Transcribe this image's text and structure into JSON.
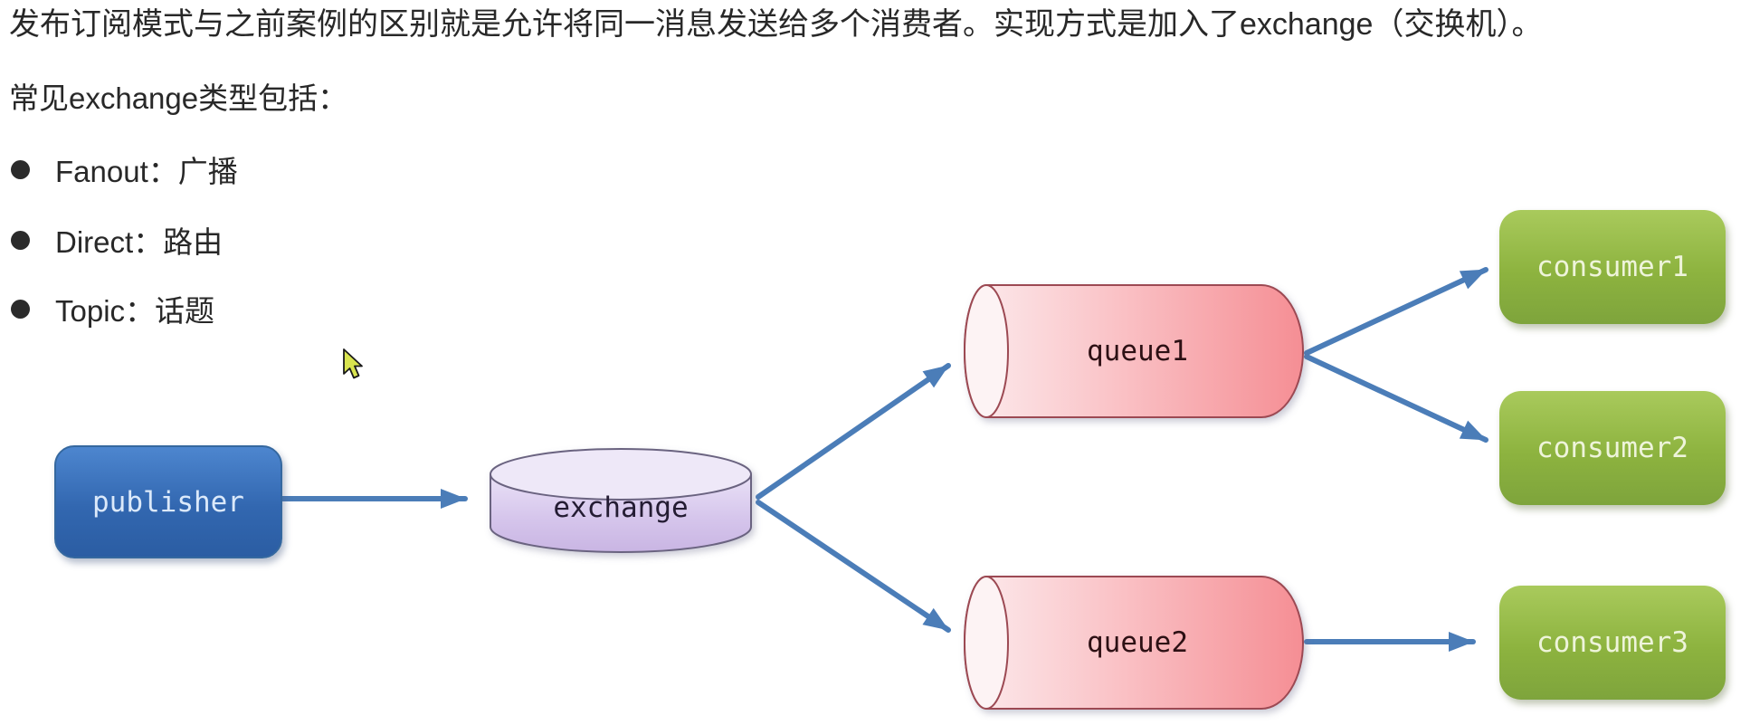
{
  "page": {
    "background_color": "#ffffff",
    "intro_line": "发布订阅模式与之前案例的区别就是允许将同一消息发送给多个消费者。实现方式是加入了exchange（交换机）。",
    "subheading": "常见exchange类型包括：",
    "bullets": [
      {
        "label": "Fanout：广播"
      },
      {
        "label": "Direct：路由"
      },
      {
        "label": "Topic：话题"
      }
    ]
  },
  "diagram": {
    "nodes": {
      "publisher": {
        "label": "publisher",
        "type": "producer",
        "shape": "rounded-rect",
        "color": "#3a74c0"
      },
      "exchange": {
        "label": "exchange",
        "type": "exchange",
        "shape": "cylinder-vertical",
        "color": "#d6c6eb"
      },
      "queue1": {
        "label": "queue1",
        "type": "queue",
        "shape": "cylinder-horizontal",
        "color": "#f8a9ae"
      },
      "queue2": {
        "label": "queue2",
        "type": "queue",
        "shape": "cylinder-horizontal",
        "color": "#f8a9ae"
      },
      "consumer1": {
        "label": "consumer1",
        "type": "consumer",
        "shape": "rounded-rect",
        "color": "#8db33f"
      },
      "consumer2": {
        "label": "consumer2",
        "type": "consumer",
        "shape": "rounded-rect",
        "color": "#8db33f"
      },
      "consumer3": {
        "label": "consumer3",
        "type": "consumer",
        "shape": "rounded-rect",
        "color": "#8db33f"
      }
    },
    "edges": [
      {
        "from": "publisher",
        "to": "exchange"
      },
      {
        "from": "exchange",
        "to": "queue1"
      },
      {
        "from": "exchange",
        "to": "queue2"
      },
      {
        "from": "queue1",
        "to": "consumer1"
      },
      {
        "from": "queue1",
        "to": "consumer2"
      },
      {
        "from": "queue2",
        "to": "consumer3"
      }
    ],
    "arrow_color": "#4b7db8"
  },
  "icons": {
    "cursor": "mouse-pointer",
    "cursor_color": "#d9e44f"
  }
}
